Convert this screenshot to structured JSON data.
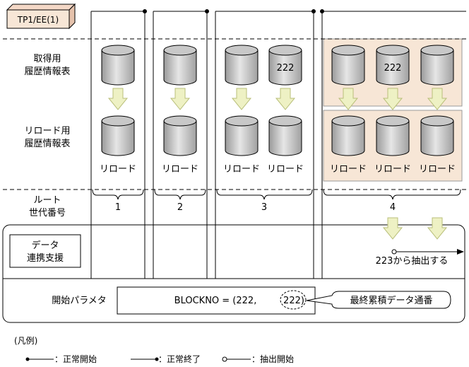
{
  "title_box": "TP1/EE(1)",
  "rows": {
    "acquire_label": [
      "取得用",
      "履歴情報表"
    ],
    "reload_table_label": [
      "リロード用",
      "履歴情報表"
    ],
    "route_label": [
      "ルート",
      "世代番号"
    ],
    "data_link_label": [
      "データ",
      "連携支援"
    ],
    "start_param_label": "開始パラメタ"
  },
  "db_numbers": {
    "cyl_222": "222"
  },
  "reload_label": "リロード",
  "generations": [
    "1",
    "2",
    "3",
    "4"
  ],
  "extract_note": "223から抽出する",
  "param_text_prefix": "BLOCKNO = (222,",
  "param_text_circled": "222)",
  "callout": "最終累積データ通番",
  "legend": {
    "title": "(凡例)",
    "normal_start": "：正常開始",
    "normal_end": "：正常終了",
    "extract_start": "：抽出開始"
  },
  "colors": {
    "highlight": "#f7e6d6",
    "arrow": "#eef1c4",
    "arrow_stroke": "#b9bf7a"
  }
}
